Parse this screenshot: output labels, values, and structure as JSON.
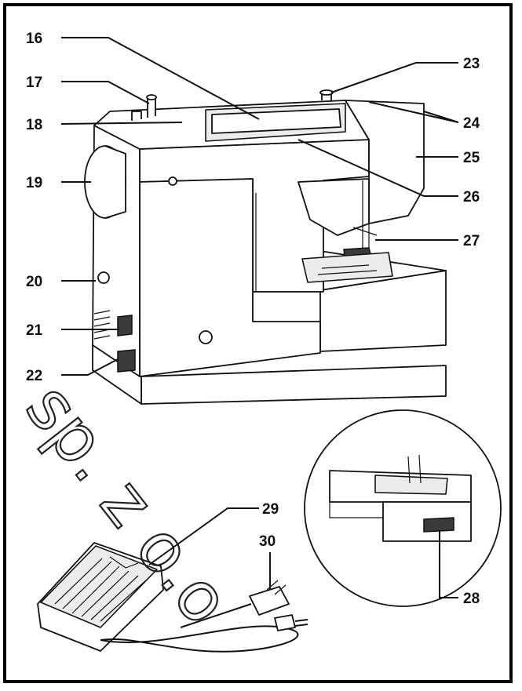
{
  "labels": [
    "16",
    "17",
    "18",
    "19",
    "20",
    "21",
    "22",
    "23",
    "24",
    "25",
    "26",
    "27",
    "28",
    "29",
    "30"
  ],
  "watermark": "sp. z o.o",
  "colors": {
    "line": "#111111",
    "shade": "#ececec",
    "dark": "#3a3a3a"
  }
}
